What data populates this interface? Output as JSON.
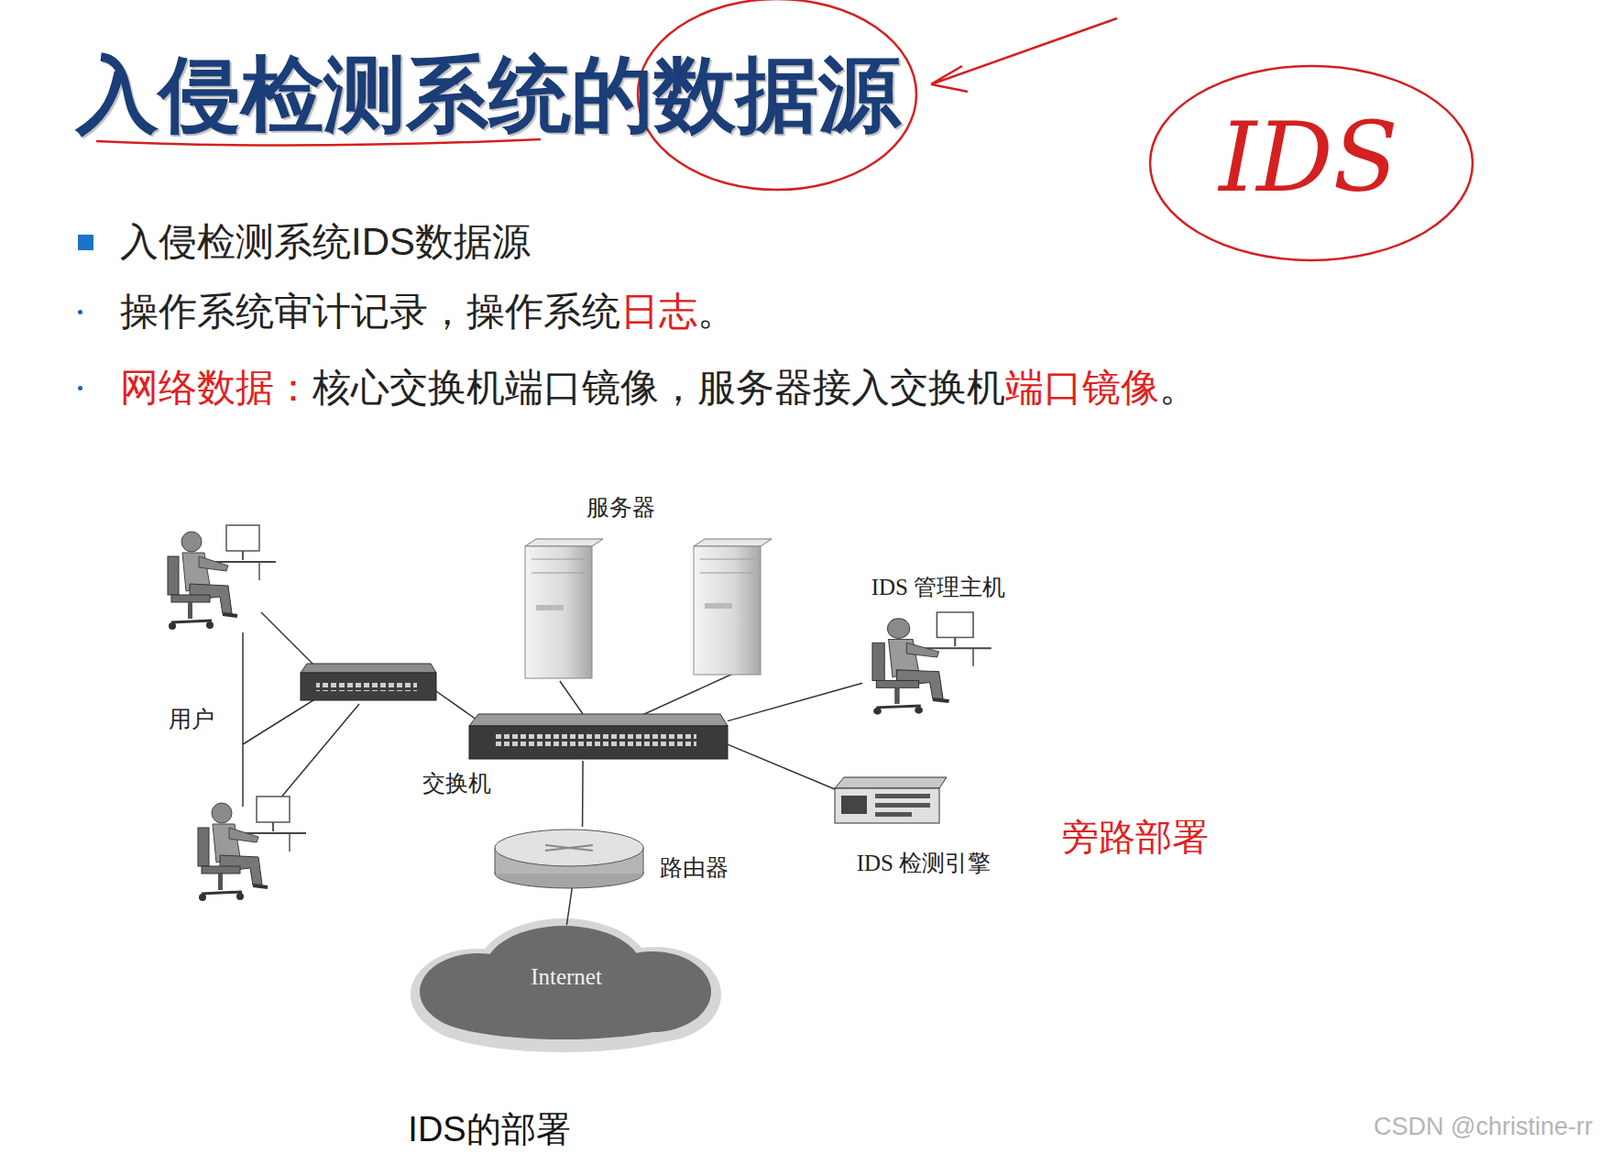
{
  "diagram": {
    "title": "入侵检测系统的数据源",
    "caption": "IDS的部署",
    "nodes": [
      {
        "text": [
          "服务器"
        ]
      },
      {
        "text": [
          "IDS 管理主机"
        ]
      },
      {
        "text": [
          "交换机"
        ]
      },
      {
        "text": [
          "IDS 检测引擎"
        ]
      },
      {
        "text": [
          "路由器"
        ]
      },
      {
        "text": [
          "Internet"
        ]
      }
    ],
    "edges": [
      {
        "from": 2,
        "to": 0,
        "arrow": "none"
      },
      {
        "from": 2,
        "to": 1,
        "arrow": "none"
      },
      {
        "from": 2,
        "to": 3,
        "arrow": "none"
      },
      {
        "from": 2,
        "to": 4,
        "arrow": "none"
      },
      {
        "from": 4,
        "to": 5,
        "arrow": "none"
      }
    ],
    "labels": [
      "入侵检测系统IDS数据源",
      "操作系统审计记录，操作系统",
      "日志",
      "。",
      "网络数据：",
      "核心交换机端口镜像，服务器接入交换机",
      "端口镜像",
      "。",
      "用户",
      "旁路部署",
      "IDS",
      "CSDN @christine-rr"
    ]
  }
}
